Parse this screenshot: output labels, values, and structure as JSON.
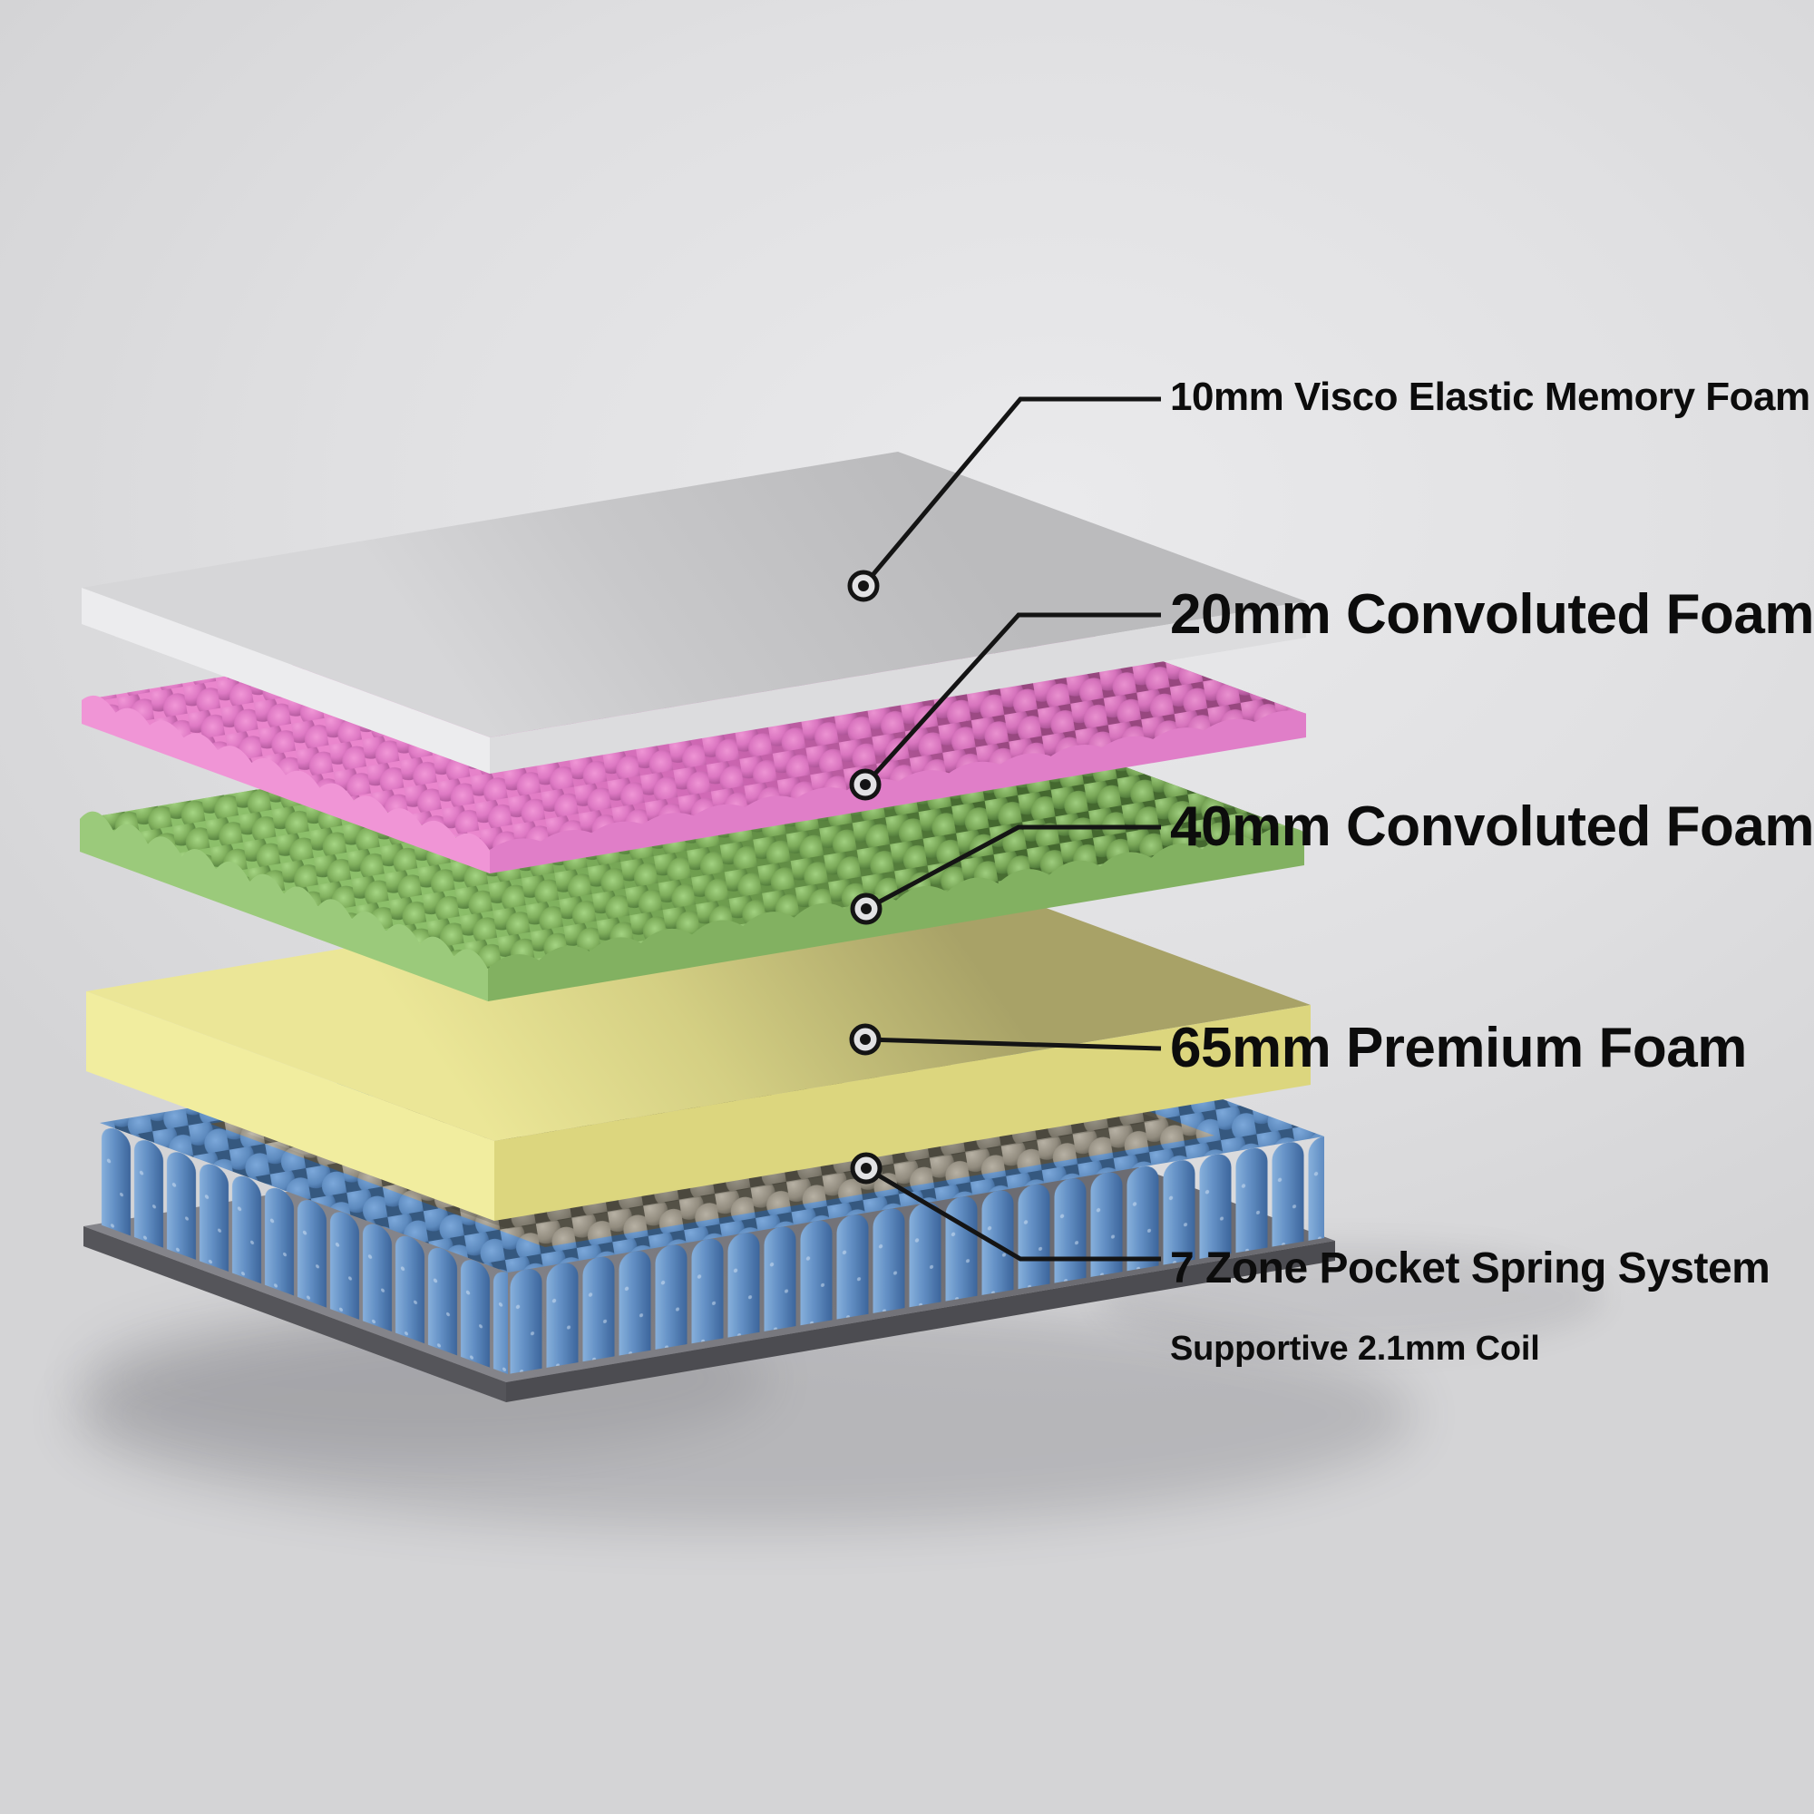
{
  "diagram": {
    "type": "exploded-mattress-layer-diagram",
    "background_color": "#e2e2e4",
    "leader_line_color": "#141414",
    "text_color": "#0c0c0c",
    "layers": [
      {
        "label": "10mm Visco Elastic Memory Foam",
        "material": "memory-foam",
        "color": "#c9c9cb"
      },
      {
        "label": "20mm Convoluted Foam",
        "material": "convoluted-foam",
        "color": "#e07ec8"
      },
      {
        "label": "40mm Convoluted Foam",
        "material": "convoluted-foam",
        "color": "#82b761"
      },
      {
        "label": "65mm Premium Foam",
        "material": "premium-foam",
        "color": "#e6e18f"
      },
      {
        "label": "7 Zone Pocket Spring System",
        "material": "pocket-springs",
        "color": "#5d8cc5",
        "sublabel": "Supportive 2.1mm Coil"
      }
    ]
  }
}
